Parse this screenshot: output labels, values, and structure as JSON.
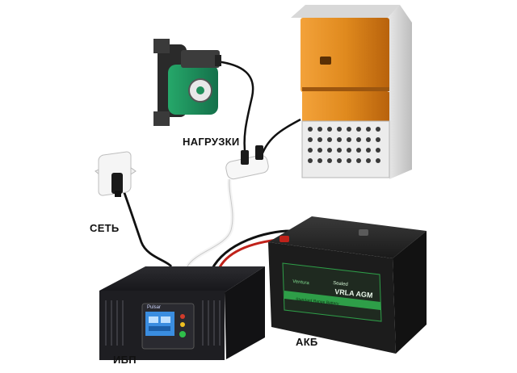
{
  "labels": {
    "loads": "НАГРУЗКИ",
    "mains": "СЕТЬ",
    "ups": "ИБП",
    "battery": "АКБ"
  },
  "battery_markings": {
    "brand": "Ventura",
    "series": "Sealed",
    "type": "VRLA AGM",
    "band": "Standard Range Battery"
  },
  "ups_brand": "Pulsar",
  "colors": {
    "boiler": "#e08a1e",
    "pump": "#1f8f5a",
    "battery_case": "#1c1c1c",
    "battery_band": "#2e9e48",
    "ups_case": "#1e1e22",
    "ups_screen": "#3a8de0",
    "cable_black": "#111111",
    "cable_white": "#f2f2f2",
    "cable_red": "#c0221a"
  }
}
